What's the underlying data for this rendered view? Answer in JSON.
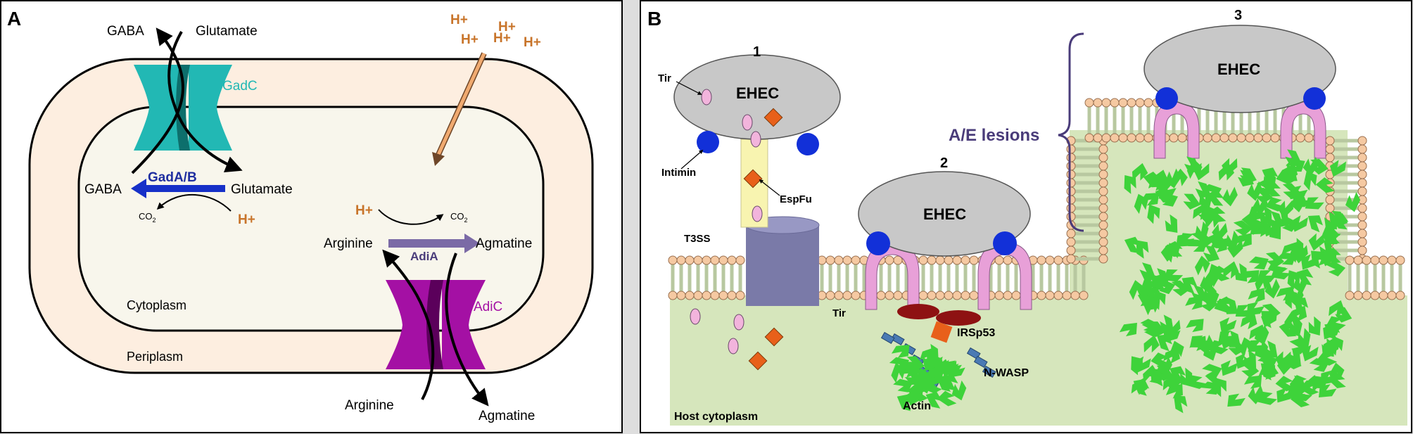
{
  "colors": {
    "panel_border": "#000000",
    "periplasm": "#fdeee0",
    "cytoplasm": "#f8f6ec",
    "proton": "#c8742a",
    "gadc": "#22b8b4",
    "gadc_dark": "#0d6f6c",
    "adic": "#a410a4",
    "adic_dark": "#5b005b",
    "enzyme_gad": "#1630c8",
    "enzyme_gad_text": "#1f2ea0",
    "enzyme_adi": "#7b6aa6",
    "enzyme_adi_text": "#4a3c7a",
    "host_cytoplasm": "#d6e6bc",
    "ehec": "#c8c8c8",
    "intimin": "#1230d8",
    "tir": "#e8a0d8",
    "espfu": "#e8601a",
    "t3ss": "#7a7aa8",
    "tube": "#f8f4b0",
    "irsp53": "#8e1212",
    "nwasp": "#4a7ab4",
    "actin": "#3ed33a",
    "lipid_head": "#f5c9a2",
    "lipid_tail": "#eef2dc",
    "bracket": "#4a3c7a"
  },
  "panel_a": {
    "letter": "A",
    "gaba_out": "GABA",
    "glutamate_out": "Glutamate",
    "gadc_label": "GadC",
    "gaba_in": "GABA",
    "glutamate_in": "Glutamate",
    "gad_enzyme": "GadA/B",
    "co2_left": "CO",
    "co2_left_sub": "2",
    "h_left": "H+",
    "h_right": "H+",
    "co2_right": "CO",
    "co2_right_sub": "2",
    "arginine_in": "Arginine",
    "agmatine_in": "Agmatine",
    "adi_enzyme": "AdiA",
    "cytoplasm_label": "Cytoplasm",
    "periplasm_label": "Periplasm",
    "adic_label": "AdiC",
    "arginine_out": "Arginine",
    "agmatine_out": "Agmatine",
    "h_out": [
      "H+",
      "H+",
      "H+",
      "H+",
      "H+"
    ]
  },
  "panel_b": {
    "letter": "B",
    "stage1": "1",
    "stage2": "2",
    "stage3": "3",
    "ehec1": "EHEC",
    "ehec2": "EHEC",
    "ehec3": "EHEC",
    "tir_top": "Tir",
    "intimin": "Intimin",
    "espfu": "EspFu",
    "t3ss": "T3SS",
    "tir_bottom": "Tir",
    "irsp53": "IRSp53",
    "nwasp": "N-WASP",
    "actin": "Actin",
    "ae_lesions": "A/E lesions",
    "host_cytoplasm": "Host cytoplasm"
  }
}
